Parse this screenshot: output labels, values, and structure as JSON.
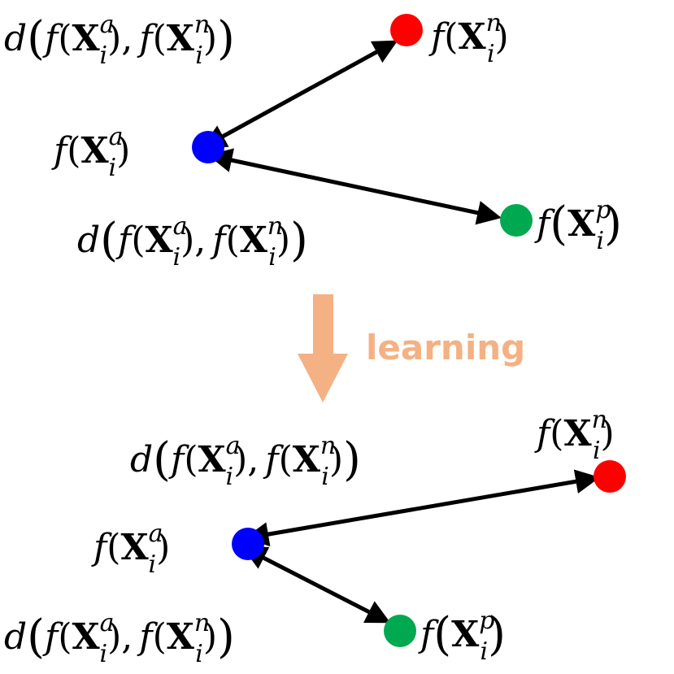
{
  "colors": {
    "anchor": "#0000ff",
    "negative": "#ff0000",
    "positive": "#00a84f",
    "learning_arrow": "#f4b183",
    "edge": "#000000"
  },
  "text": {
    "learning": "learning"
  },
  "labels": {
    "f_open": "f",
    "paren_open": "(",
    "paren_close": ")",
    "X": "X",
    "sub_i": "i",
    "sup_a": "a",
    "sup_n": "n",
    "sup_p": "p",
    "d": "d",
    "comma": ","
  },
  "before": {
    "anchor": "f(X_i^a)",
    "negative": "f(X_i^n)",
    "positive": "f(X_i^p)",
    "distance_an": "d(f(X_i^a), f(X_i^n))",
    "distance_ap": "d(f(X_i^a), f(X_i^n))"
  },
  "after": {
    "anchor": "f(X_i^a)",
    "negative": "f(X_i^n)",
    "positive": "f(X_i^p)",
    "distance_an": "d(f(X_i^a), f(X_i^n))",
    "distance_ap": "d(f(X_i^a), f(X_i^n))"
  }
}
